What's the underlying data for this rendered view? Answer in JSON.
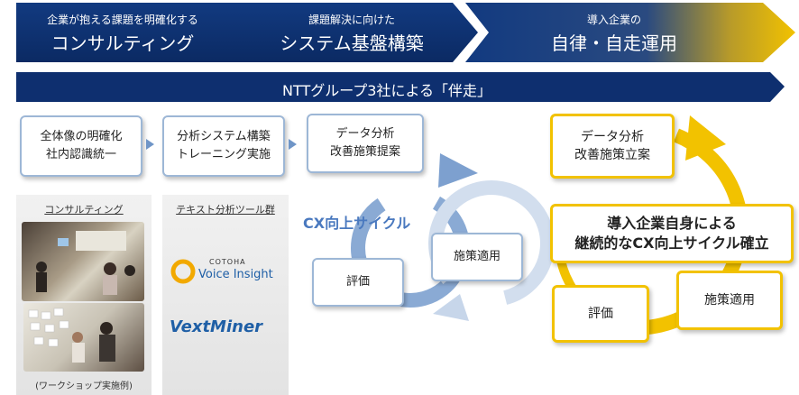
{
  "steps": [
    {
      "small": "企業が抱える課題を明確化する",
      "big": "コンサルティング"
    },
    {
      "small": "課題解決に向けた",
      "big": "システム基盤構築"
    },
    {
      "small": "導入企業の",
      "big": "自律・自走運用"
    }
  ],
  "banner": "NTTグループ3社による「伴走」",
  "flow_boxes": [
    "全体像の明確化\n社内認識統一",
    "分析システム構築\nトレーニング実施",
    "データ分析\n改善施策提案"
  ],
  "cx_cycle": {
    "label": "CX向上サイクル",
    "eval": "評価",
    "apply": "施策適用"
  },
  "own_cycle": {
    "top": "データ分析\n改善施策立案",
    "center": "導入企業自身による\n継続的なCX向上サイクル確立",
    "eval": "評価",
    "apply": "施策適用"
  },
  "consulting_panel": {
    "title": "コンサルティング",
    "caption": "(ワークショップ実施例)"
  },
  "tools_panel": {
    "title": "テキスト分析ツール群",
    "cotoha_small": "COTOHA",
    "cotoha_big": "Voice Insight",
    "vext": "VextMiner"
  },
  "colors": {
    "navy": "#0e2f6f",
    "gold": "#f2c200",
    "light_blue": "#9db7d6"
  }
}
